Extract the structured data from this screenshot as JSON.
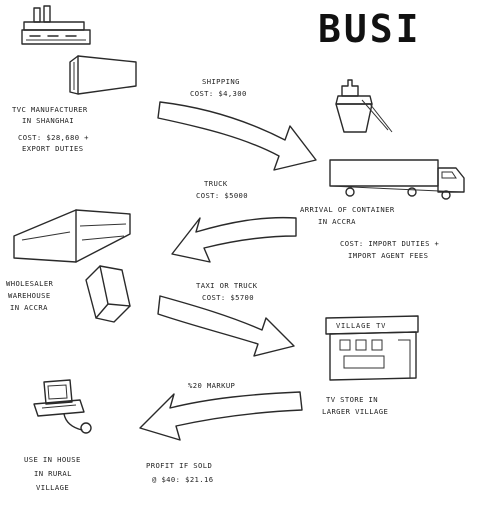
{
  "title": "BUSI",
  "nodes": {
    "manufacturer": {
      "lines": [
        "TVC MANUFACTURER",
        "IN SHANGHAI",
        "COST: $28,680 +",
        "EXPORT DUTIES"
      ]
    },
    "container_arrival": {
      "label_lines": [
        "ARRIVAL OF CONTAINER",
        "IN ACCRA"
      ],
      "cost_lines": [
        "COST: IMPORT DUTIES +",
        "IMPORT AGENT FEES"
      ]
    },
    "wholesaler": {
      "lines": [
        "WHOLESALER",
        "WAREHOUSE",
        "IN ACCRA"
      ]
    },
    "village_store": {
      "sign": "VILLAGE TV",
      "lines": [
        "TV STORE IN",
        "LARGER VILLAGE"
      ]
    },
    "end_use": {
      "lines": [
        "USE IN HOUSE",
        "IN RURAL",
        "VILLAGE"
      ]
    }
  },
  "arrows": {
    "shipping": [
      "SHIPPING",
      "COST: $4,300"
    ],
    "truck": [
      "TRUCK",
      "COST: $5000"
    ],
    "taxi": [
      "TAXI OR TRUCK",
      "COST: $5700"
    ],
    "markup": [
      "%20 MARKUP"
    ]
  },
  "profit": [
    "PROFIT IF SOLD",
    "@ $40: $21.16"
  ]
}
